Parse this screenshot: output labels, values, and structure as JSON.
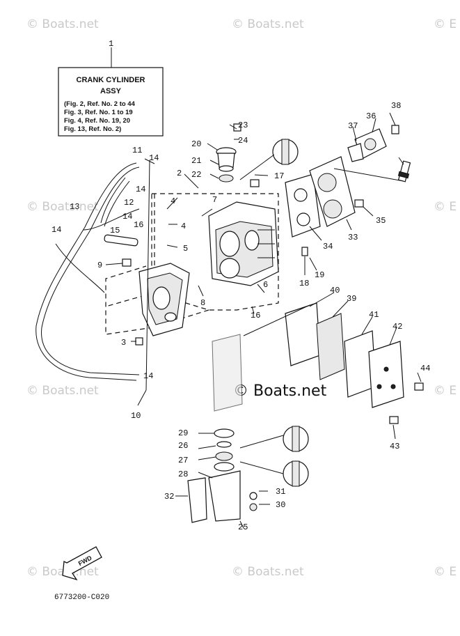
{
  "watermarks": {
    "top_left": "© Boats.net",
    "top_mid": "© Boats.net",
    "top_right": "© E",
    "mid_left": "© Boats.net",
    "mid_right": "© E",
    "low_left": "© Boats.net",
    "low_mid": "© Boats.net",
    "low_right": "© E",
    "bot_left": "© Boats.net",
    "bot_mid": "© Boats.net",
    "bot_right": "© E",
    "center": "© Boats.net"
  },
  "info_box": {
    "title_line1": "CRANK CYLINDER",
    "title_line2": "ASSY",
    "lines": [
      "(Fig. 2, Ref. No. 2 to 44",
      " Fig. 3, Ref. No. 1 to 19",
      " Fig. 4, Ref. No. 19, 20",
      " Fig. 13, Ref. No. 2)"
    ]
  },
  "fwd_label": "FWD",
  "diagram_code": "6773200-C020",
  "callouts": [
    "1",
    "2",
    "3",
    "4",
    "4",
    "5",
    "6",
    "7",
    "8",
    "9",
    "10",
    "11",
    "12",
    "13",
    "14",
    "14",
    "14",
    "14",
    "14",
    "15",
    "16",
    "16",
    "17",
    "18",
    "19",
    "20",
    "21",
    "22",
    "23",
    "24",
    "25",
    "26",
    "27",
    "28",
    "29",
    "30",
    "31",
    "32",
    "33",
    "34",
    "35",
    "36",
    "37",
    "38",
    "39",
    "40",
    "41",
    "42",
    "43",
    "44"
  ]
}
